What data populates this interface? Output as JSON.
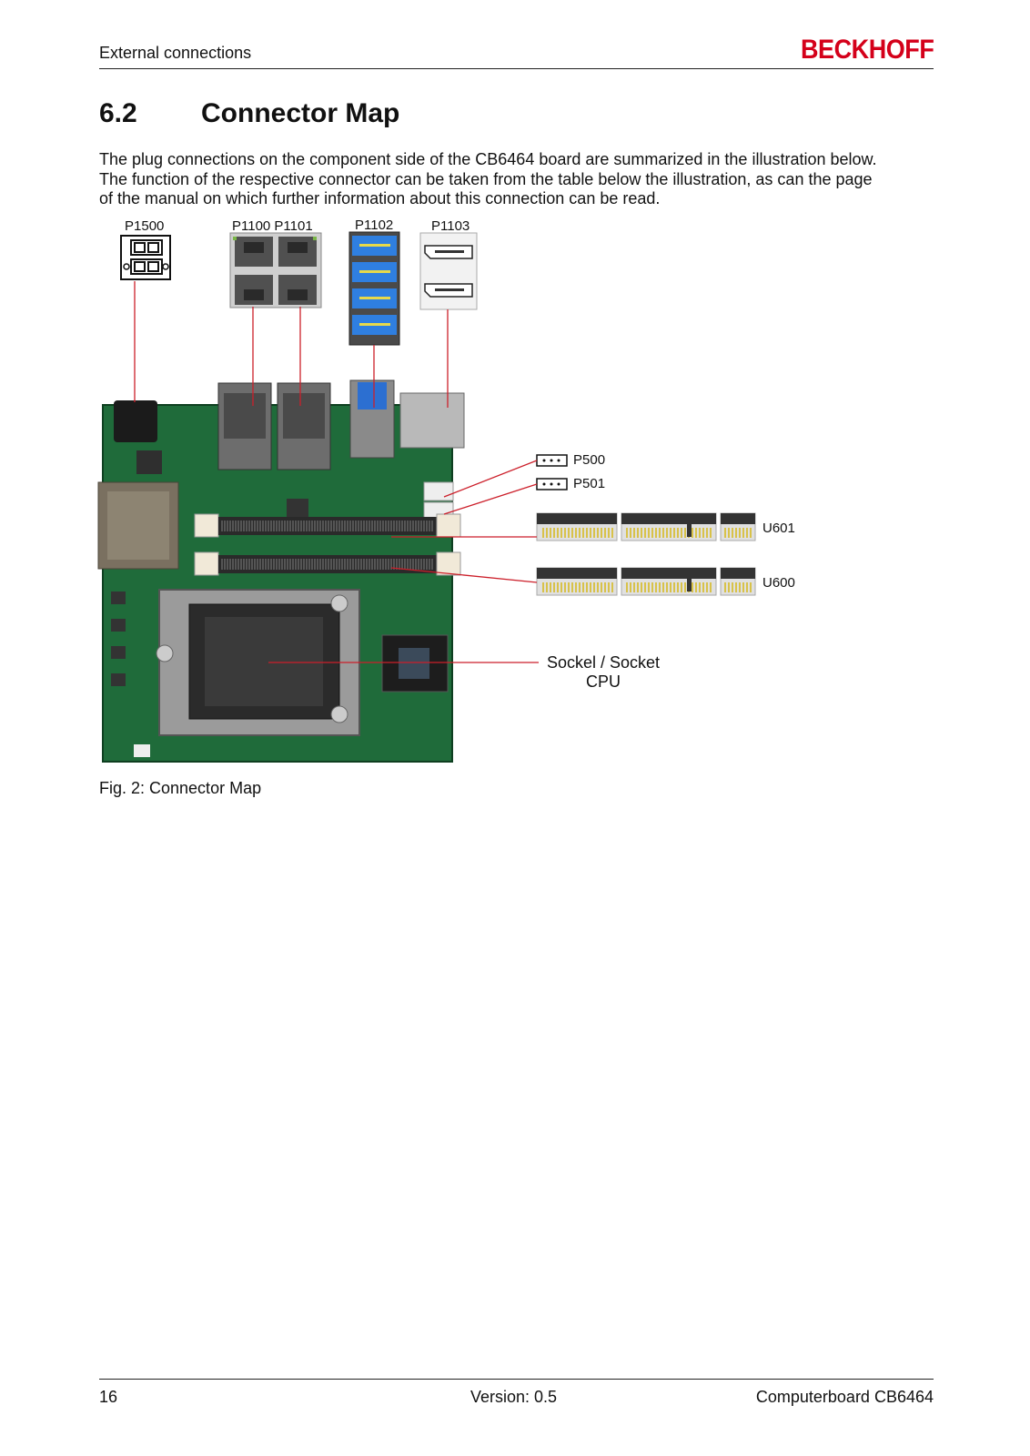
{
  "header": {
    "section_name": "External connections",
    "logo": "BECKHOFF"
  },
  "section": {
    "number": "6.2",
    "title": "Connector Map"
  },
  "intro_lines": [
    "The plug connections on the component side of the CB6464 board are summarized in the illustration below.",
    "The function of the respective connector can be taken from the table below the illustration, as can the page",
    "of the manual on which further information about this connection can be read."
  ],
  "figure": {
    "labels": {
      "p1500": "P1500",
      "p1100_p1101": "P1100 P1101",
      "p1102": "P1102",
      "p1103": "P1103",
      "p500": "P500",
      "p501": "P501",
      "u601": "U601",
      "u600": "U600",
      "socket_line1": "Sockel / Socket",
      "socket_line2": "CPU"
    },
    "caption": "Fig. 2: Connector Map",
    "line_color": "#cc1f2a",
    "board_color": "#1f6b3a",
    "brand_color": "#d4001a"
  },
  "footer": {
    "page": "16",
    "version": "Version: 0.5",
    "product": "Computerboard CB6464"
  }
}
